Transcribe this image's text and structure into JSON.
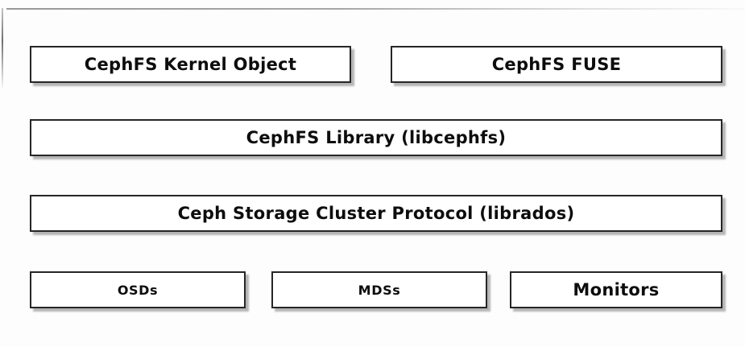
{
  "diagram": {
    "rows": [
      {
        "role": "client-layer",
        "boxes": [
          {
            "label": "CephFS Kernel Object"
          },
          {
            "label": "CephFS FUSE"
          }
        ]
      },
      {
        "role": "library-layer",
        "boxes": [
          {
            "label": "CephFS Library (libcephfs)"
          }
        ]
      },
      {
        "role": "protocol-layer",
        "boxes": [
          {
            "label": "Ceph Storage Cluster Protocol (librados)"
          }
        ]
      },
      {
        "role": "daemon-layer",
        "boxes": [
          {
            "label": "OSDs"
          },
          {
            "label": "MDSs"
          },
          {
            "label": "Monitors"
          }
        ]
      }
    ],
    "colors": {
      "background": "#fdfdfd",
      "box_fill": "#ffffff",
      "box_border": "#262626",
      "box_shadow": "#b5b5b5",
      "text": "#0d0d0d",
      "edge_line": "#a6a6a6"
    }
  }
}
